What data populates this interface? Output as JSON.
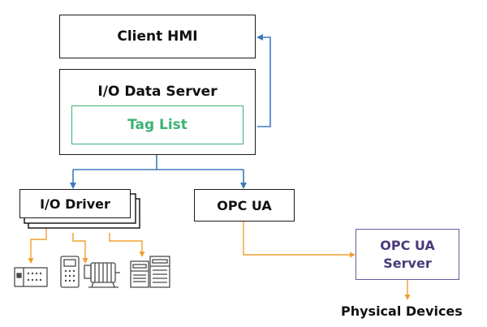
{
  "nodes": {
    "client_hmi": "Client HMI",
    "io_data_server": "I/O Data Server",
    "tag_list": "Tag List",
    "io_driver": "I/O Driver",
    "opc_ua": "OPC UA",
    "opc_ua_server": "OPC UA\nServer",
    "physical_devices": "Physical Devices"
  },
  "colors": {
    "border": "#1a1a1a",
    "text": "#111111",
    "tag_list": "#3bb273",
    "flow_blue": "#3d78c0",
    "flow_orange": "#f0a030",
    "opc_server_border": "#6a5a9c",
    "opc_server_text": "#4a3a7a",
    "device": "#4a4a4a"
  },
  "icons": [
    "io-module-icon",
    "drive-icon",
    "motor-icon",
    "plc-rack-icon"
  ]
}
